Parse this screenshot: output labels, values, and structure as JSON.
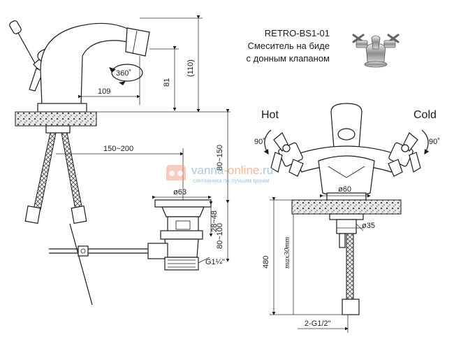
{
  "product": {
    "model": "RETRO-BS1-01",
    "desc_line1": "Смеситель на биде",
    "desc_line2": "с донным клапаном"
  },
  "labels": {
    "hot": "Hot",
    "cold": "Cold",
    "angle_left": "90˚",
    "angle_right": "90˚",
    "rotation": "360˚"
  },
  "dimensions": {
    "d109": "109",
    "d81": "81",
    "d110": "(110)",
    "d150_200": "150~200",
    "d80_150": "80~150",
    "d63": "ø63",
    "d28_48": "28~48",
    "d80_100": "80~100",
    "d_g114": "G1¼\"",
    "d60": "ø60",
    "d35": "ø35",
    "d480": "480",
    "d_max30": "max30mm",
    "d_g12": "2-G1/2\""
  },
  "watermark": {
    "brand_a": "vanna",
    "brand_b": "-online",
    "brand_c": ".ru",
    "tagline": "сантехника по лучшим ценам",
    "colors": {
      "logo": "#e8735a",
      "text": "#8fb4d6",
      "accent": "#f2a07c"
    }
  }
}
